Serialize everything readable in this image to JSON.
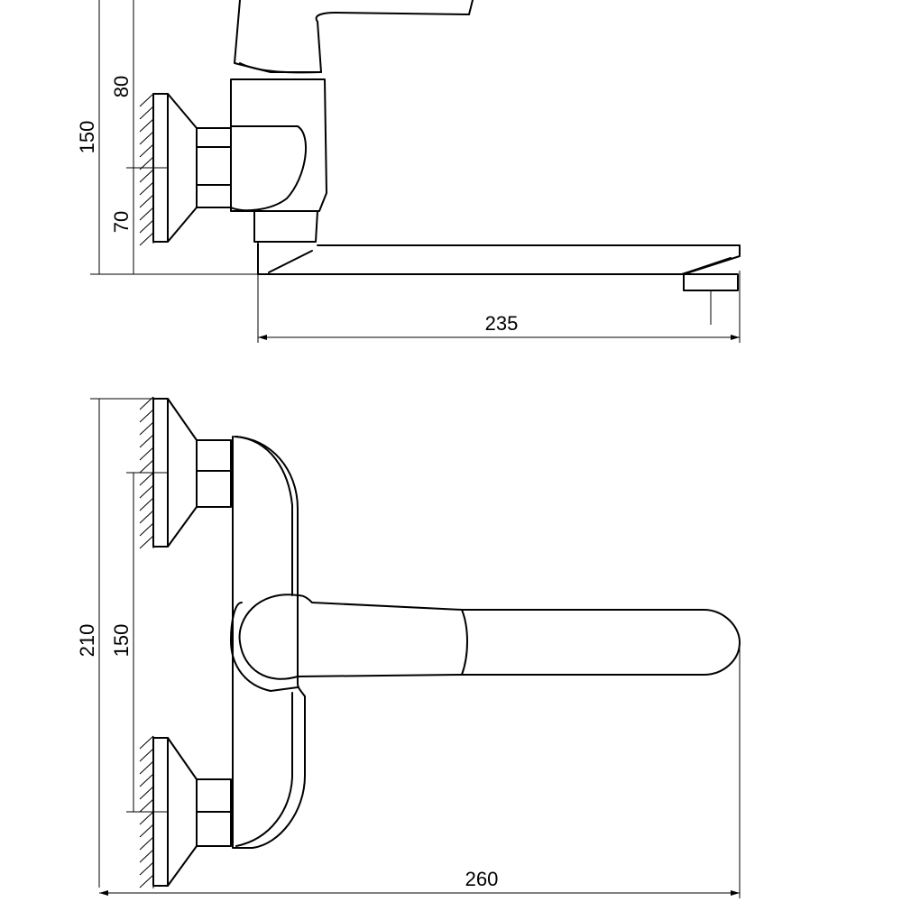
{
  "dimensions": {
    "side_height_total": "150",
    "side_upper": "80",
    "side_lower": "70",
    "side_spout_length": "235",
    "top_width_total": "210",
    "top_inlet_spacing": "150",
    "top_overall_length": "260"
  }
}
